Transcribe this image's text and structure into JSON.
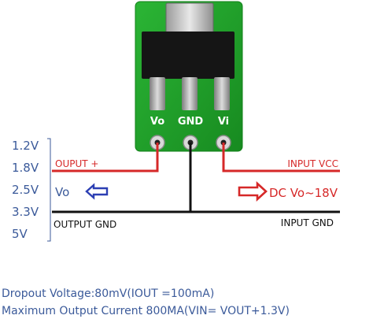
{
  "board": {
    "pin_labels": [
      "Vo",
      "GND",
      "Vi"
    ]
  },
  "voltage_options": [
    "1.2V",
    "1.8V",
    "2.5V",
    "3.3V",
    "5V"
  ],
  "labels": {
    "output_plus": "OUPUT +",
    "input_vcc": "INPUT VCC",
    "vo": "Vo",
    "dc_range": "DC Vo~18V",
    "output_gnd": "OUTPUT GND",
    "input_gnd": "INPUT GND"
  },
  "specs": [
    "Dropout Voltage:80mV(IOUT =100mA)",
    "Maximum Output Current 800MA(VIN= VOUT+1.3V)"
  ],
  "colors": {
    "pcb_green": "#1fa02a",
    "wire_red": "#d62828",
    "wire_black": "#111111",
    "text_blue": "#3b5a9a",
    "arrow_blue": "#2c3fb3",
    "arrow_red": "#d62828"
  }
}
